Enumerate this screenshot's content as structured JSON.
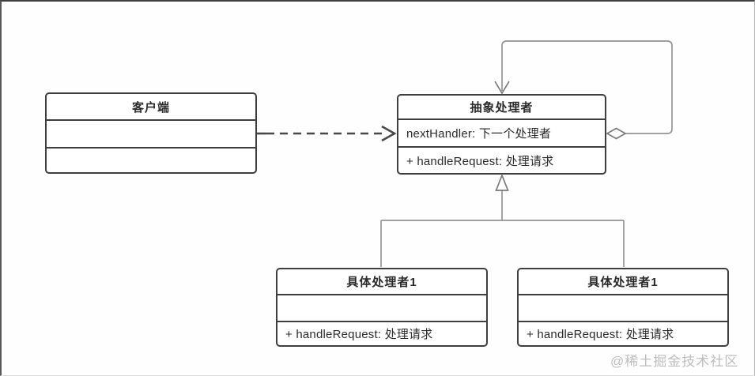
{
  "classes": {
    "client": {
      "title": "客户端"
    },
    "abstract_handler": {
      "title": "抽象处理者",
      "attribute": "nextHandler: 下一个处理者",
      "method": "+ handleRequest: 处理请求"
    },
    "concrete_handler_1": {
      "title": "具体处理者1",
      "method": "+ handleRequest: 处理请求"
    },
    "concrete_handler_2": {
      "title": "具体处理者1",
      "method": "+ handleRequest: 处理请求"
    }
  },
  "relationships": [
    {
      "type": "dependency",
      "from": "客户端",
      "to": "抽象处理者",
      "style": "dashed-line-open-arrow"
    },
    {
      "type": "aggregation-self",
      "from": "抽象处理者",
      "to": "抽象处理者",
      "style": "hollow-diamond-loop-open-arrow"
    },
    {
      "type": "inheritance",
      "from": "具体处理者1",
      "to": "抽象处理者",
      "style": "hollow-triangle"
    },
    {
      "type": "inheritance",
      "from": "具体处理者1",
      "to": "抽象处理者",
      "style": "hollow-triangle"
    }
  ],
  "watermark": "@稀土掘金技术社区",
  "colors": {
    "box_border": "#3e3e3e",
    "dependency_line": "#484848",
    "connector_line": "#949494",
    "arrowhead_line": "#7a7a7a",
    "text": "#2a2a2a",
    "watermark": "#bdbdbd",
    "background": "#ffffff"
  }
}
